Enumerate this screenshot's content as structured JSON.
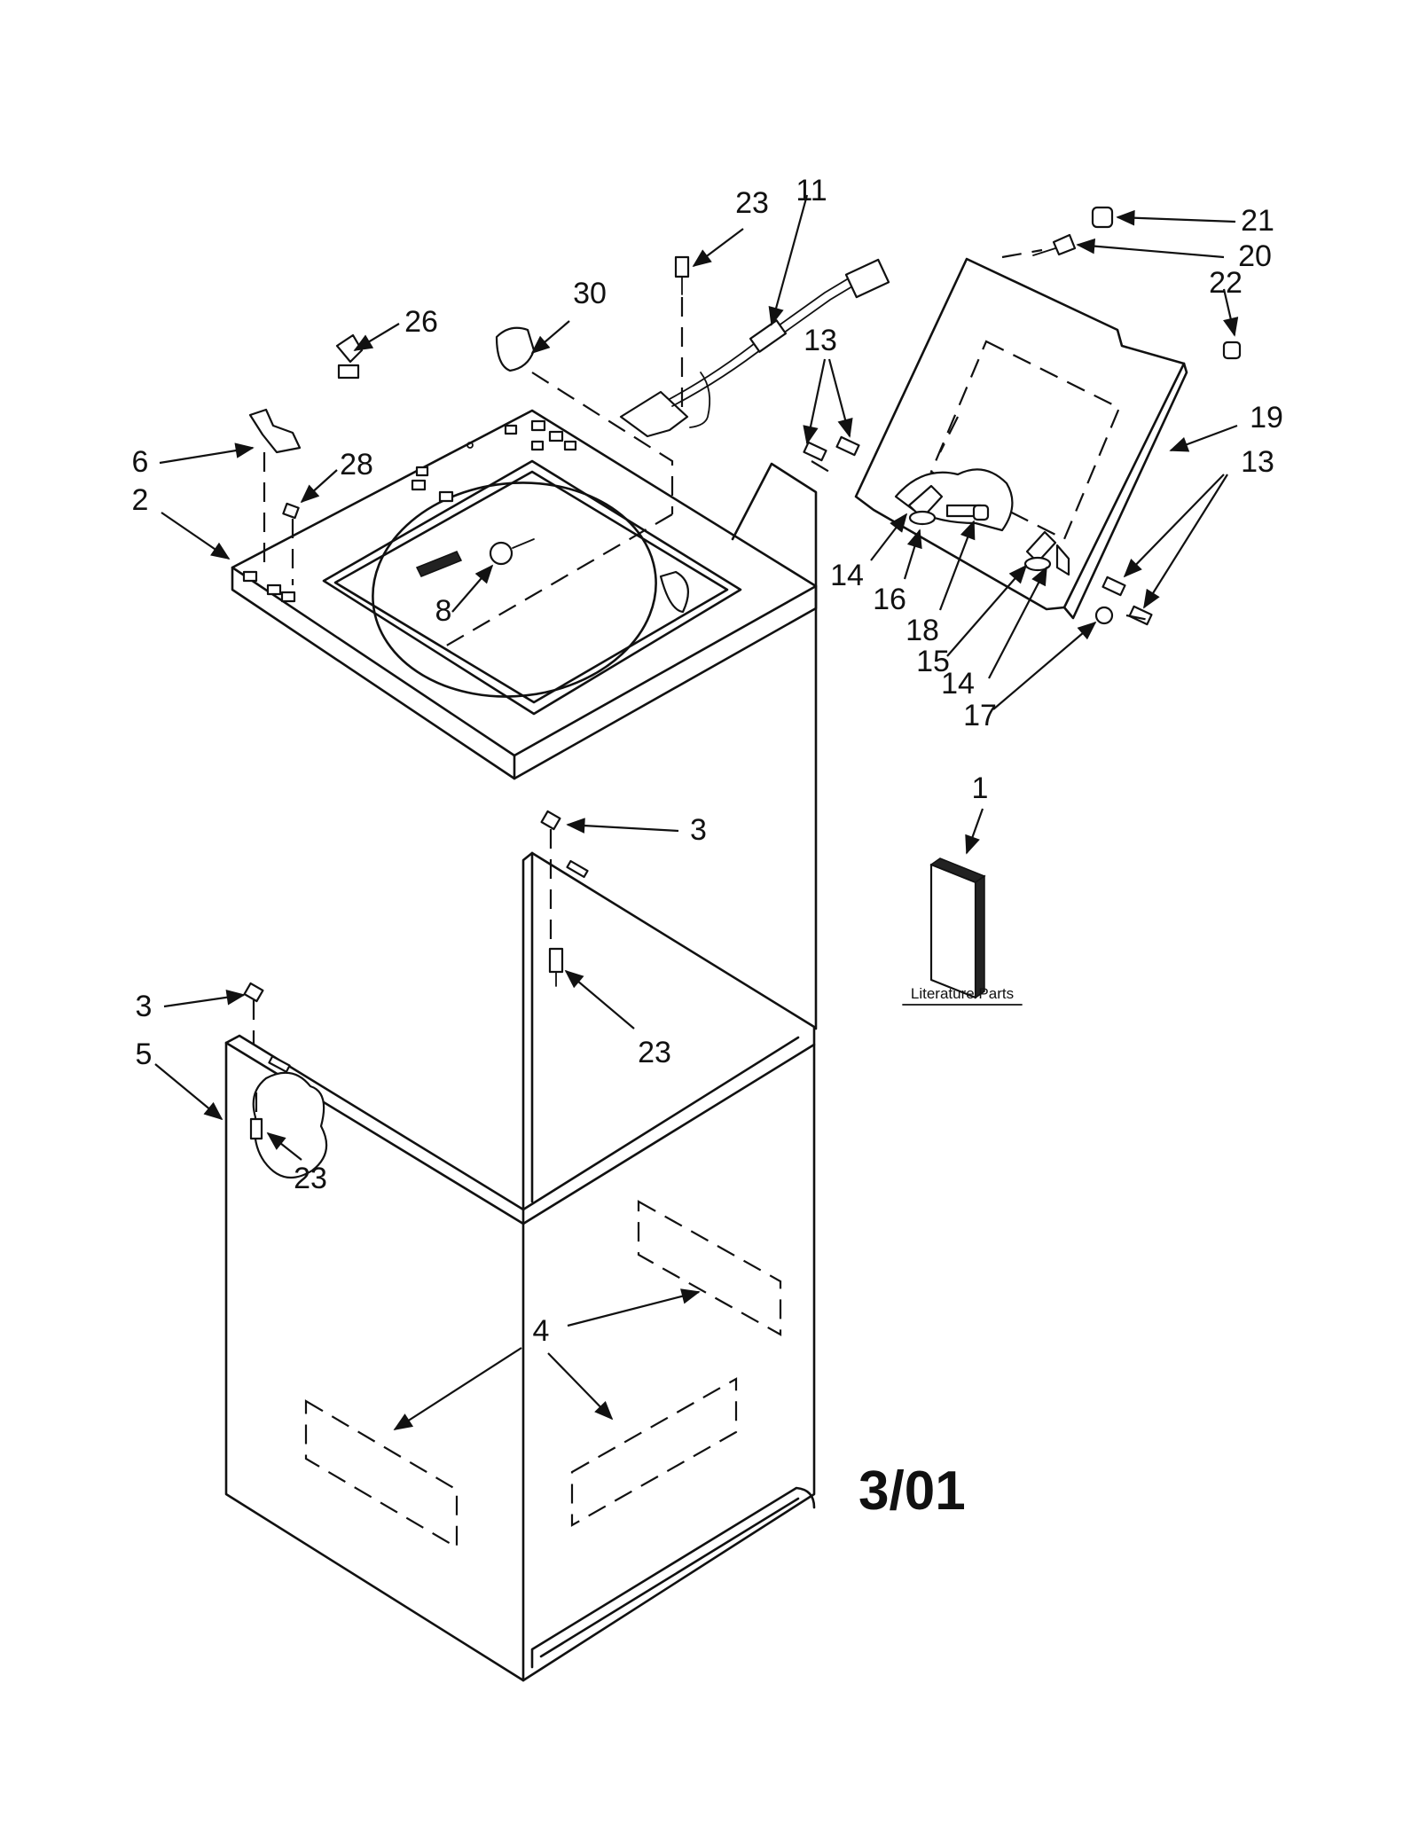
{
  "diagram": {
    "date_code": "3/01",
    "literature_label": "Literature Parts",
    "callouts": [
      "1",
      "2",
      "3",
      "3",
      "4",
      "5",
      "6",
      "8",
      "11",
      "13",
      "13",
      "14",
      "14",
      "15",
      "16",
      "17",
      "18",
      "19",
      "20",
      "21",
      "22",
      "23",
      "23",
      "23",
      "23",
      "26",
      "28",
      "30"
    ]
  }
}
